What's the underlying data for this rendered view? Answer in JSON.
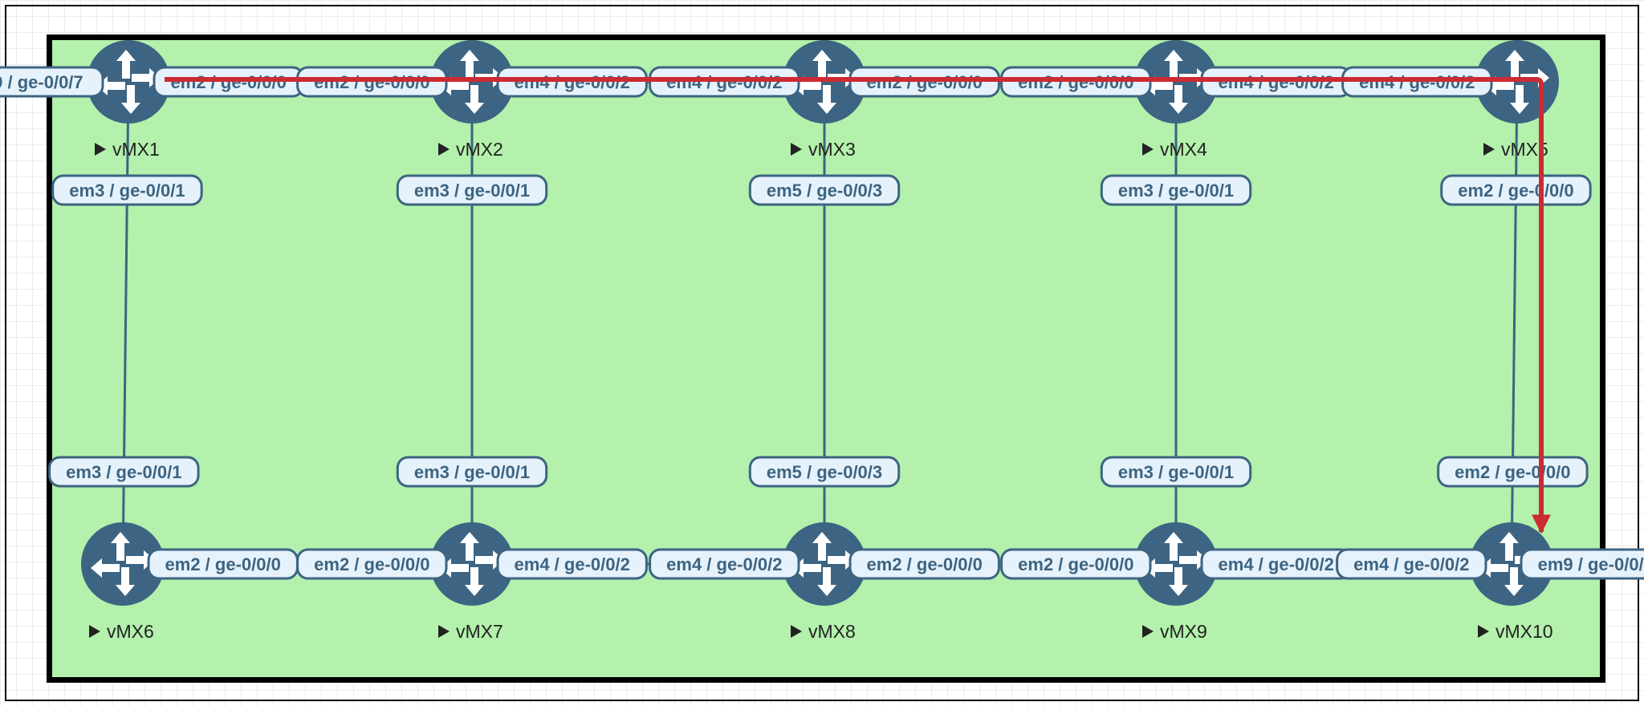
{
  "colors": {
    "canvas_bg": "#b3f1ac",
    "link": "#3d6482",
    "router": "#3d6482",
    "label_fill": "#e6f2fb",
    "path_highlight": "#cc2b33"
  },
  "nodes": [
    {
      "id": "vmx1",
      "name": "vMX1",
      "icon": "router-icon"
    },
    {
      "id": "vmx2",
      "name": "vMX2",
      "icon": "router-icon"
    },
    {
      "id": "vmx3",
      "name": "vMX3",
      "icon": "router-icon"
    },
    {
      "id": "vmx4",
      "name": "vMX4",
      "icon": "router-icon"
    },
    {
      "id": "vmx5",
      "name": "vMX5",
      "icon": "router-icon"
    },
    {
      "id": "vmx6",
      "name": "vMX6",
      "icon": "router-icon"
    },
    {
      "id": "vmx7",
      "name": "vMX7",
      "icon": "router-icon"
    },
    {
      "id": "vmx8",
      "name": "vMX8",
      "icon": "router-icon"
    },
    {
      "id": "vmx9",
      "name": "vMX9",
      "icon": "router-icon"
    },
    {
      "id": "vmx10",
      "name": "vMX10",
      "icon": "router-icon"
    }
  ],
  "links": [
    {
      "from": "vmx1",
      "to": "vmx2",
      "from_label": "em2 / ge-0/0/0",
      "to_label": "em2 / ge-0/0/0"
    },
    {
      "from": "vmx2",
      "to": "vmx3",
      "from_label": "em4 / ge-0/0/2",
      "to_label": "em4 / ge-0/0/2"
    },
    {
      "from": "vmx3",
      "to": "vmx4",
      "from_label": "em2 / ge-0/0/0",
      "to_label": "em2 / ge-0/0/0"
    },
    {
      "from": "vmx4",
      "to": "vmx5",
      "from_label": "em4 / ge-0/0/2",
      "to_label": "em4 / ge-0/0/2"
    },
    {
      "from": "vmx6",
      "to": "vmx7",
      "from_label": "em2 / ge-0/0/0",
      "to_label": "em2 / ge-0/0/0"
    },
    {
      "from": "vmx7",
      "to": "vmx8",
      "from_label": "em4 / ge-0/0/2",
      "to_label": "em4 / ge-0/0/2"
    },
    {
      "from": "vmx8",
      "to": "vmx9",
      "from_label": "em2 / ge-0/0/0",
      "to_label": "em2 / ge-0/0/0"
    },
    {
      "from": "vmx9",
      "to": "vmx10",
      "from_label": "em4 / ge-0/0/2",
      "to_label": "em4 / ge-0/0/2"
    },
    {
      "from": "vmx1",
      "to": "vmx6",
      "from_label": "em3 / ge-0/0/1",
      "to_label": "em3 / ge-0/0/1"
    },
    {
      "from": "vmx2",
      "to": "vmx7",
      "from_label": "em3 / ge-0/0/1",
      "to_label": "em3 / ge-0/0/1"
    },
    {
      "from": "vmx3",
      "to": "vmx8",
      "from_label": "em5 / ge-0/0/3",
      "to_label": "em5 / ge-0/0/3"
    },
    {
      "from": "vmx4",
      "to": "vmx9",
      "from_label": "em3 / ge-0/0/1",
      "to_label": "em3 / ge-0/0/1"
    },
    {
      "from": "vmx5",
      "to": "vmx10",
      "from_label": "em2 / ge-0/0/0",
      "to_label": "em2 / ge-0/0/0"
    }
  ],
  "external_links": [
    {
      "node": "vmx1",
      "side": "left",
      "label": "9 / ge-0/0/7"
    },
    {
      "node": "vmx10",
      "side": "right",
      "label": "em9 / ge-0/0/"
    }
  ],
  "highlighted_path": {
    "from": "vmx1",
    "via": "vmx5",
    "to": "vmx10",
    "arrow": true
  }
}
